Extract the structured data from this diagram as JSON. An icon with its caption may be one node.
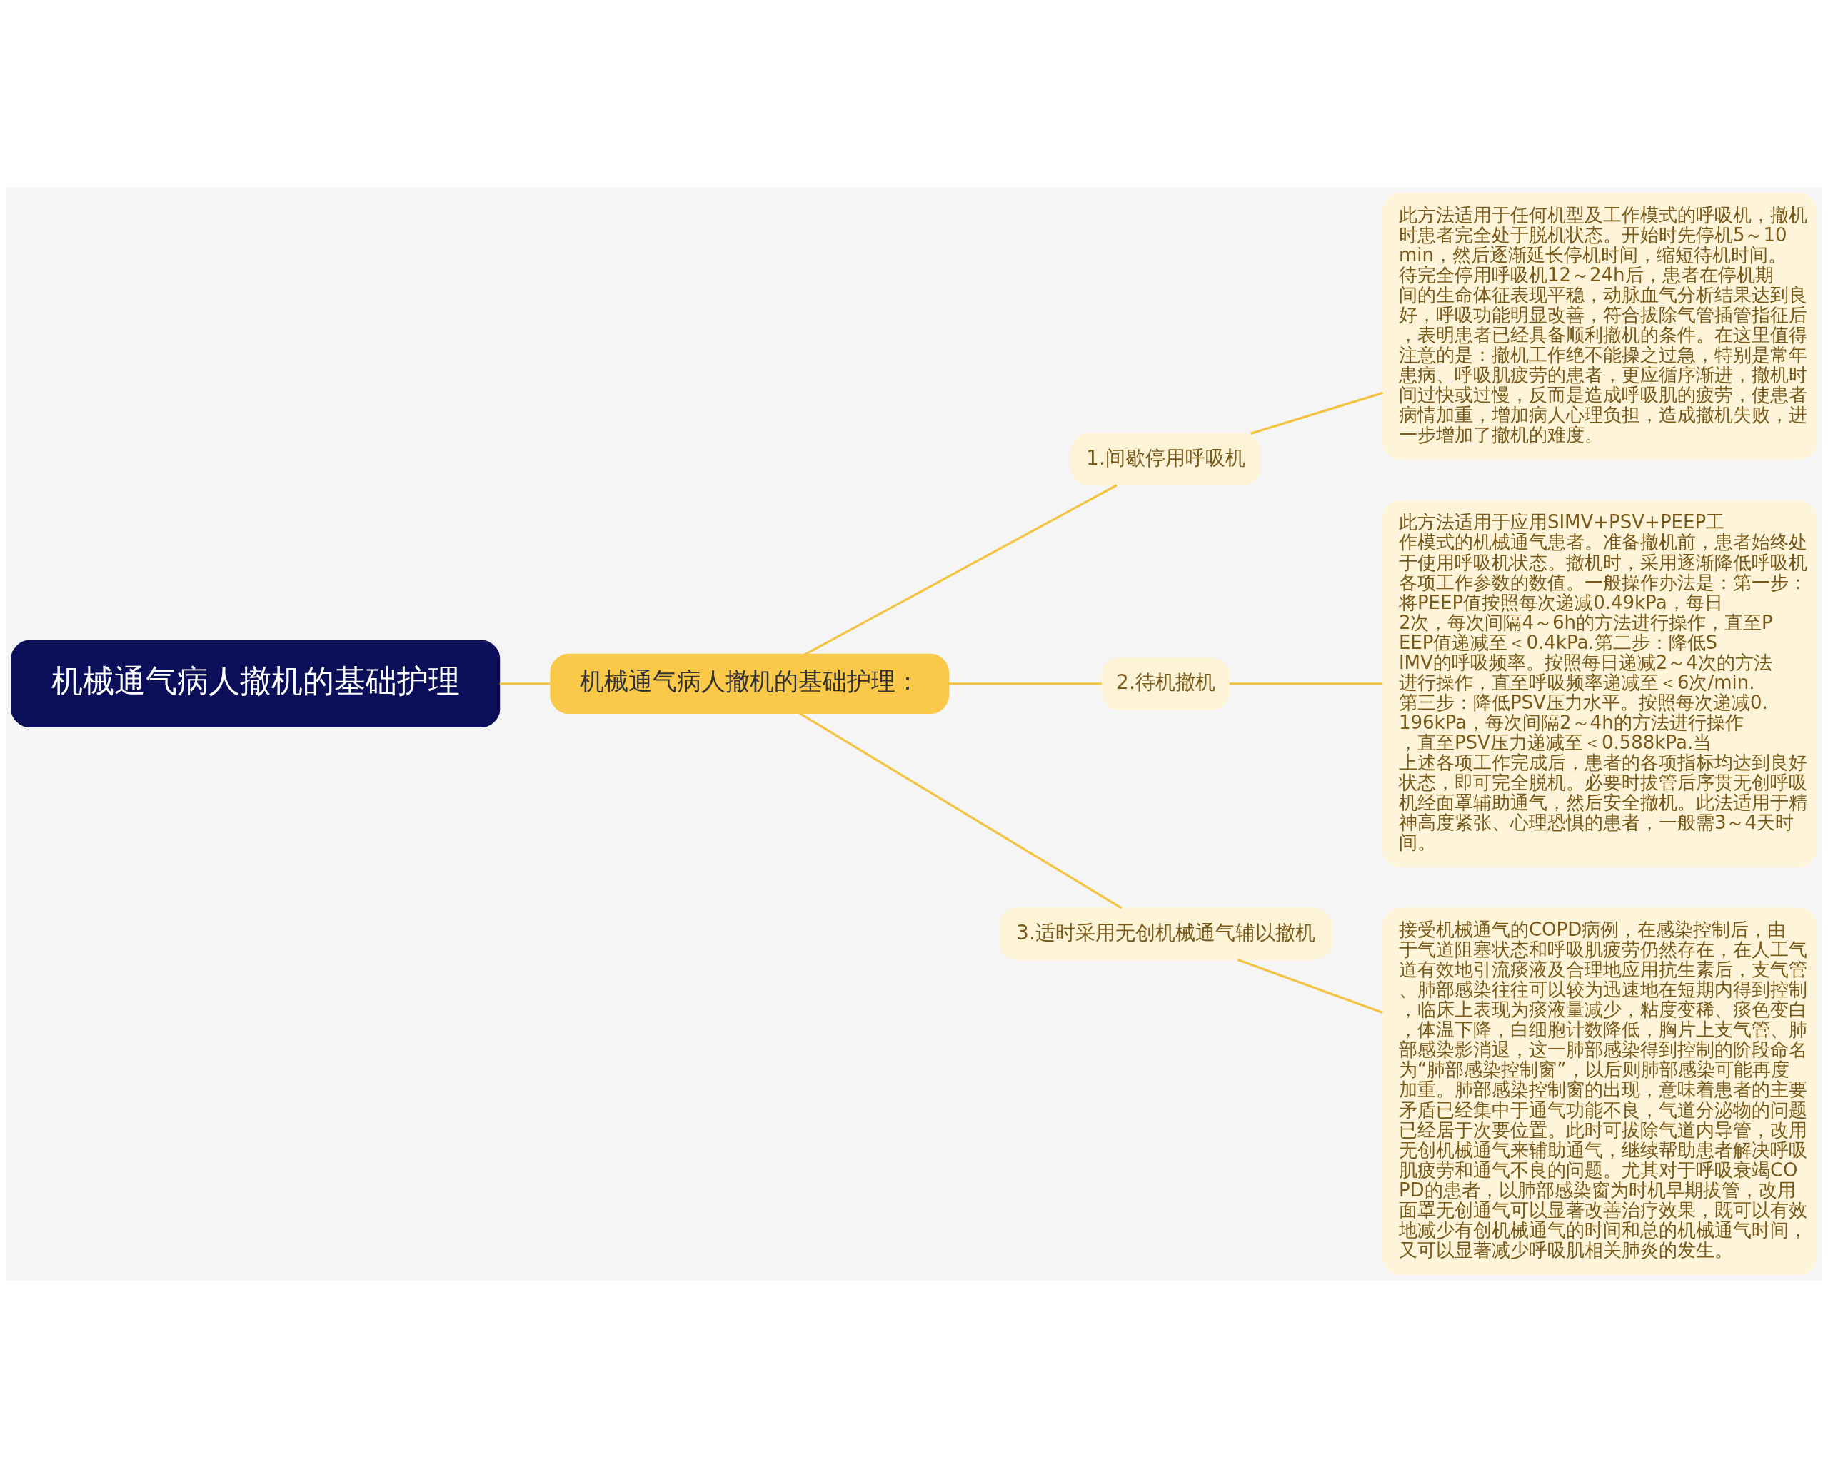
{
  "diagram": {
    "nodes": [
      {
        "text": [
          "机械通气病人撤机的基础护理"
        ]
      },
      {
        "text": [
          "机械通气病人撤机的基础护理："
        ]
      },
      {
        "text": [
          "1.间歇停用呼吸机"
        ]
      },
      {
        "text": [
          "此方法适用于任何机型及工作模式的呼吸机，撤机时患者完全处于脱机状态。开始时先停机5～10min，然后逐渐延长停机时间，缩短待机时间。待完全停用呼吸机12～24h后，患者在停机期间的生命体征表现平稳，动脉血气分析结果达到良好，呼吸功能明显改善，符合拔除气管插管指征后，表明患者已经具备顺利撤机的条件。在这里值得注意的是：撤机工作绝不能操之过急，特别是常年患病、呼吸肌疲劳的患者，更应循序渐进，撤机时间过快或过慢，反而是造成呼吸肌的疲劳，使患者病情加重，增加病人心理负担，造成撤机失败，进一步增加了撤机的难度。"
        ]
      },
      {
        "text": [
          "2.待机撤机"
        ]
      },
      {
        "text": [
          "此方法适用于应用SIMV+PSV+PEEP工作模式的机械通气患者。准备撤机前，患者始终处于使用呼吸机状态。撤机时，采用逐渐降低呼吸机各项工作参数的数值。一般操作办法是：第一步：将PEEP值按照每次递减0.49kPa，每日2次，每次间隔4～6h的方法进行操作，直至PEEP值递减至＜0.4kPa.第二步：降低SIMV的呼吸频率。按照每日递减2～4次的方法进行操作，直至呼吸频率递减至＜6次/min.第三步：降低PSV压力水平。按照每次递减0.196kPa，每次间隔2～4h的方法进行操作，直至PSV压力递减至＜0.588kPa.当上述各项工作完成后，患者的各项指标均达到良好状态，即可完全脱机。必要时拔管后序贯无创呼吸机经面罩辅助通气，然后安全撤机。此法适用于精神高度紧张、心理恐惧的患者，一般需3～4天时间。"
        ]
      },
      {
        "text": [
          "3.适时采用无创机械通气辅以撤机"
        ]
      },
      {
        "text": [
          "接受机械通气的COPD病例，在感染控制后，由于气道阻塞状态和呼吸肌疲劳仍然存在，在人工气道有效地引流痰液及合理地应用抗生素后，支气管、肺部感染往往可以较为迅速地在短期内得到控制，临床上表现为痰液量减少，粘度变稀、痰色变白，体温下降，白细胞计数降低，胸片上支气管、肺部感染影消退，这一肺部感染得到控制的阶段命名为“肺部感染控制窗”，以后则肺部感染可能再度加重。肺部感染控制窗的出现，意味着患者的主要矛盾已经集中于通气功能不良，气道分泌物的问题已经居于次要位置。此时可拔除气道内导管，改用无创机械通气来辅助通气，继续帮助患者解决呼吸肌疲劳和通气不良的问题。尤其对于呼吸衰竭COPD的患者，以肺部感染窗为时机早期拔管，改用面罩无创通气可以显著改善治疗效果，既可以有效地减少有创机械通气的时间和总的机械通气时间，又可以显著减少呼吸肌相关肺炎的发生。"
        ]
      }
    ],
    "edges": [
      {
        "from": 0,
        "to": 1,
        "arrow": "none"
      },
      {
        "from": 1,
        "to": 2,
        "arrow": "none"
      },
      {
        "from": 2,
        "to": 3,
        "arrow": "none"
      },
      {
        "from": 1,
        "to": 4,
        "arrow": "none"
      },
      {
        "from": 4,
        "to": 5,
        "arrow": "none"
      },
      {
        "from": 1,
        "to": 6,
        "arrow": "none"
      },
      {
        "from": 6,
        "to": 7,
        "arrow": "none"
      }
    ]
  }
}
